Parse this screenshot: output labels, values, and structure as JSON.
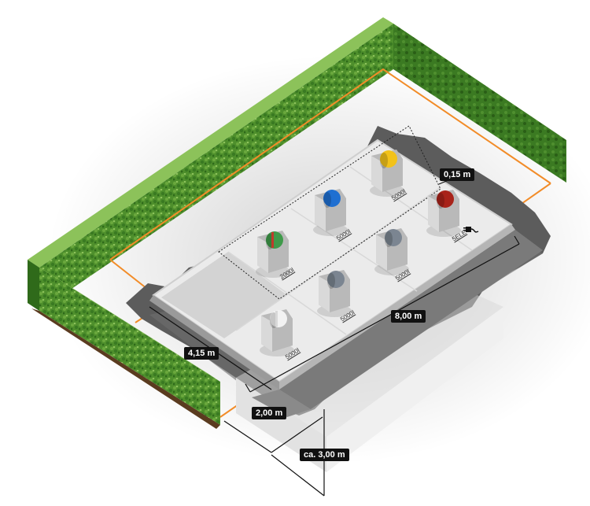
{
  "colors": {
    "hedge": "#4e8f2c",
    "hedge_dark": "#2f6a1a",
    "hedge_light": "#7fb44e",
    "concrete": "#e6e6e6",
    "concrete_edge": "#cfcfcf",
    "asphalt": "#5c5c5c",
    "asphalt_light": "#8a8a8a",
    "boundary": "#f28c28",
    "dim_line": "#111111",
    "label_bg": "#111111",
    "label_fg": "#ffffff"
  },
  "dimensions": {
    "hedge_offset": "0,15 m",
    "length": "8,00 m",
    "width": "4,15 m",
    "ramp": "2,00 m",
    "depth": "ca. 3,00 m"
  },
  "bins": [
    {
      "id": "bin-green",
      "color": "#3f9a4a",
      "accent": "#c0392b",
      "label": "2000l"
    },
    {
      "id": "bin-blue",
      "color": "#1f6fd1",
      "accent": "#1f6fd1",
      "label": "5000l"
    },
    {
      "id": "bin-yellow",
      "color": "#f2c21a",
      "accent": "#f2c21a",
      "label": "5000l"
    },
    {
      "id": "bin-white",
      "color": "#f2f2f2",
      "accent": "#d8d8d8",
      "label": "5000l"
    },
    {
      "id": "bin-grey-1",
      "color": "#7b8591",
      "accent": "#7b8591",
      "label": "5000l"
    },
    {
      "id": "bin-grey-2",
      "color": "#7b8591",
      "accent": "#7b8591",
      "label": "5000l"
    },
    {
      "id": "bin-red",
      "color": "#a8231a",
      "accent": "#a8231a",
      "label": "5ELE"
    }
  ],
  "icons": {
    "power": "power-plug-icon"
  }
}
